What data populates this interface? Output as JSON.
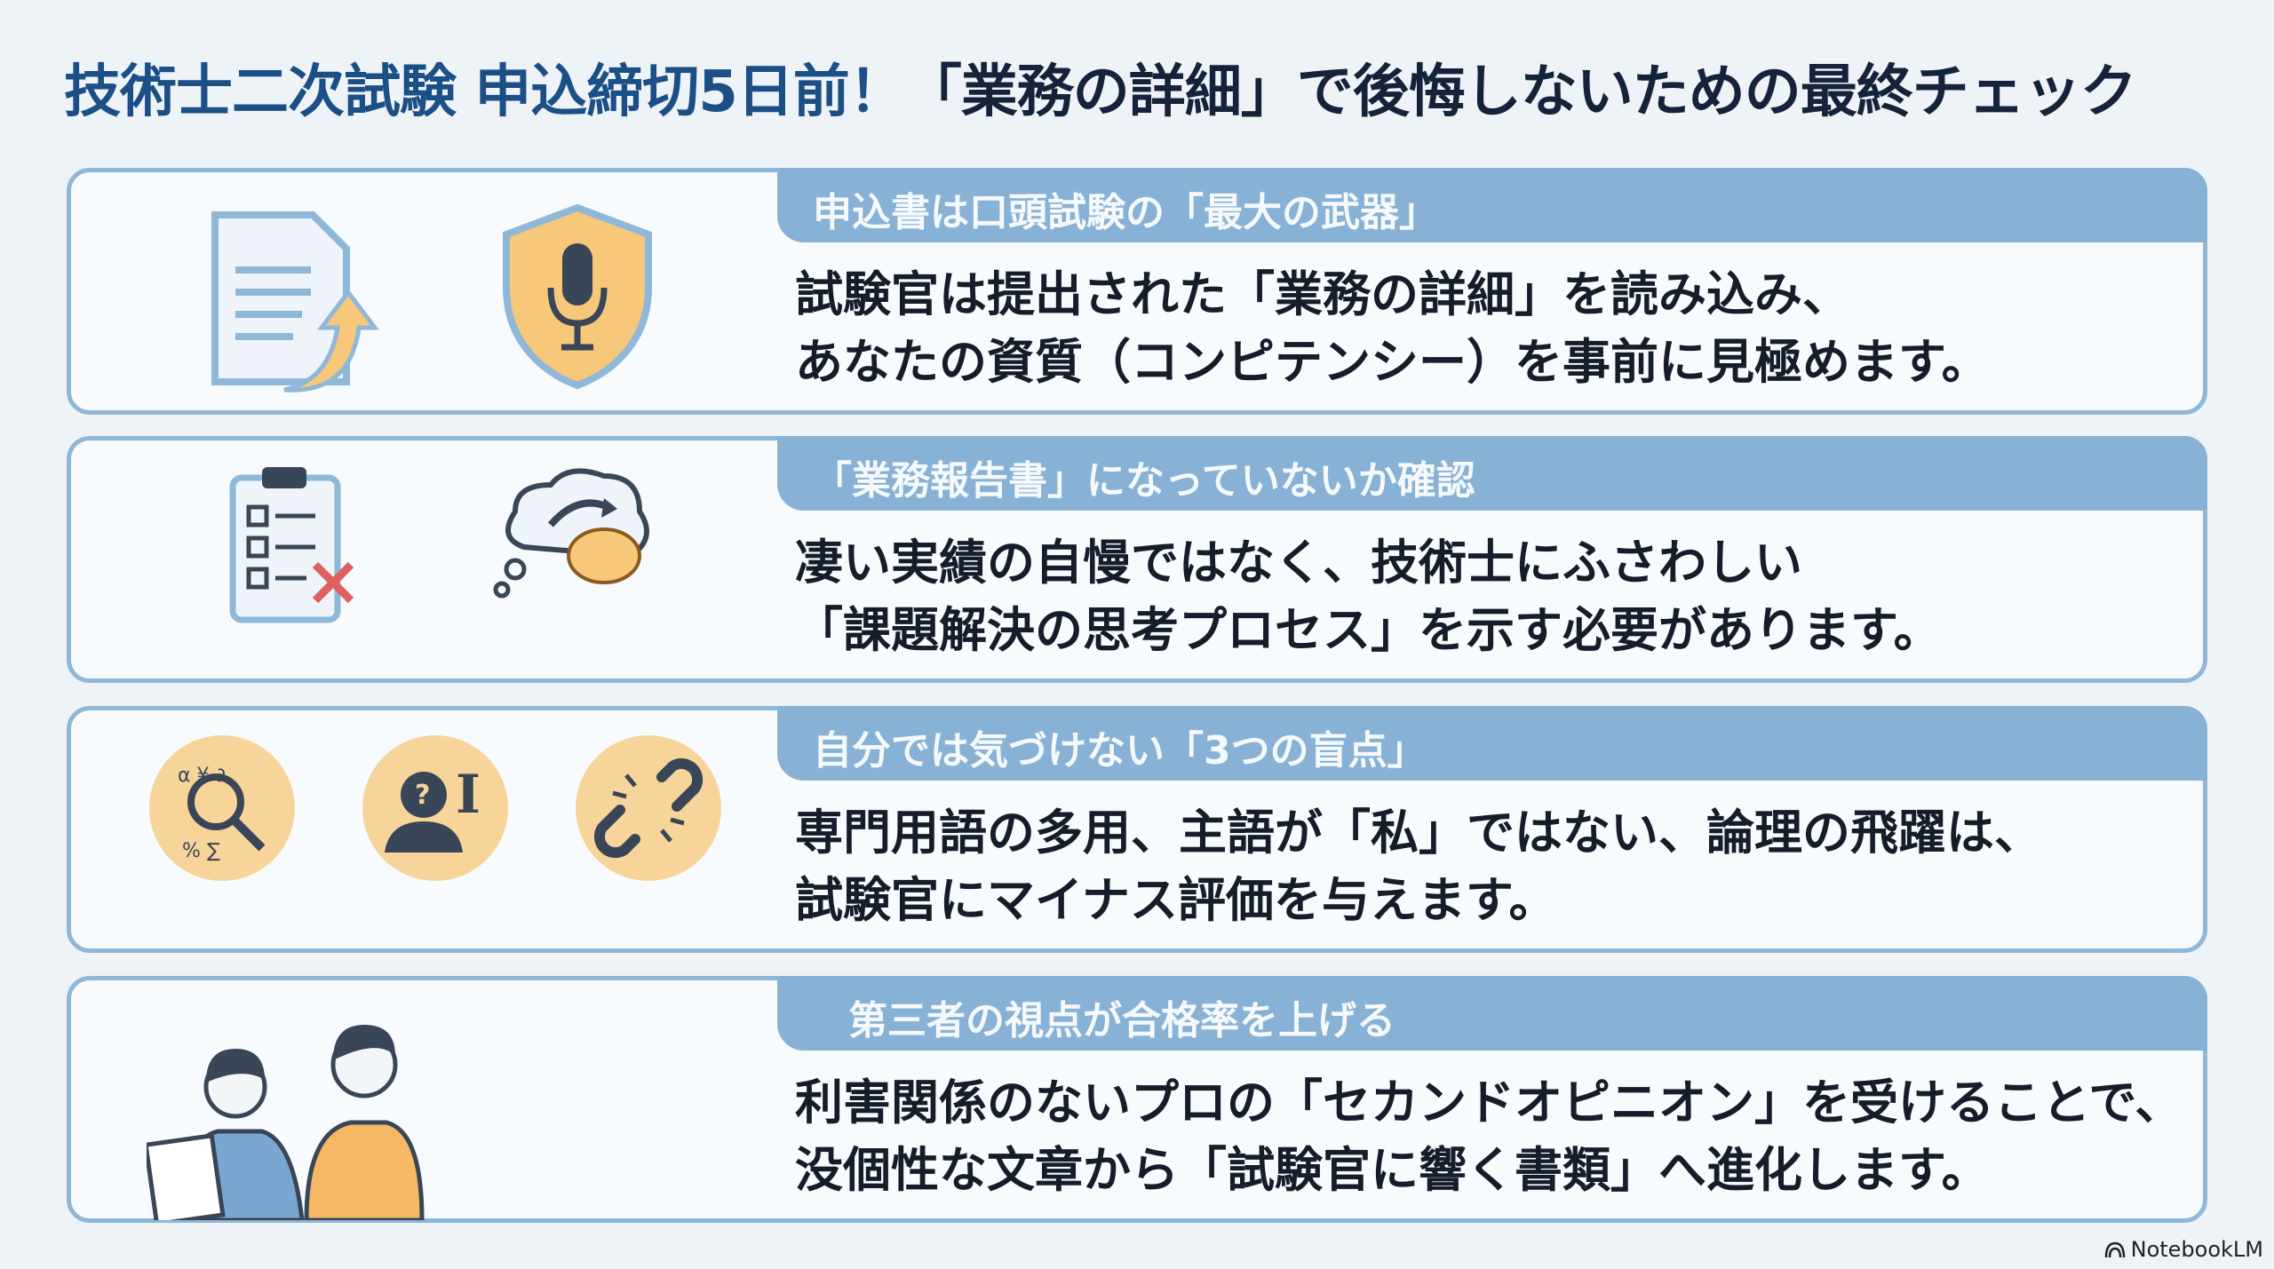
{
  "title": {
    "part1": "技術士二次試験 申込締切5日前！",
    "part2": "「業務の詳細」で後悔しないための最終チェック"
  },
  "cards": [
    {
      "heading": "申込書は口頭試験の「最大の武器」",
      "lines": [
        "試験官は提出された「業務の詳細」を読み込み、",
        "あなたの資質（コンピテンシー）を事前に見極めます。"
      ]
    },
    {
      "heading": "「業務報告書」になっていないか確認",
      "lines": [
        "凄い実績の自慢ではなく、技術士にふさわしい",
        "「課題解決の思考プロセス」を示す必要があります。"
      ]
    },
    {
      "heading": "自分では気づけない「3つの盲点」",
      "lines": [
        "専門用語の多用、主語が「私」ではない、論理の飛躍は、",
        "試験官にマイナス評価を与えます。"
      ]
    },
    {
      "heading": "第三者の視点が合格率を上げる",
      "lines": [
        "利害関係のないプロの「セカンドオピニオン」を受けることで、",
        "没個性な文章から「試験官に響く書類」へ進化します。"
      ]
    }
  ],
  "footer": {
    "brand": "NotebookLM"
  },
  "colors": {
    "accent": "#87b2d6",
    "title_blue": "#1b4f86",
    "orange": "#f7c77a"
  }
}
